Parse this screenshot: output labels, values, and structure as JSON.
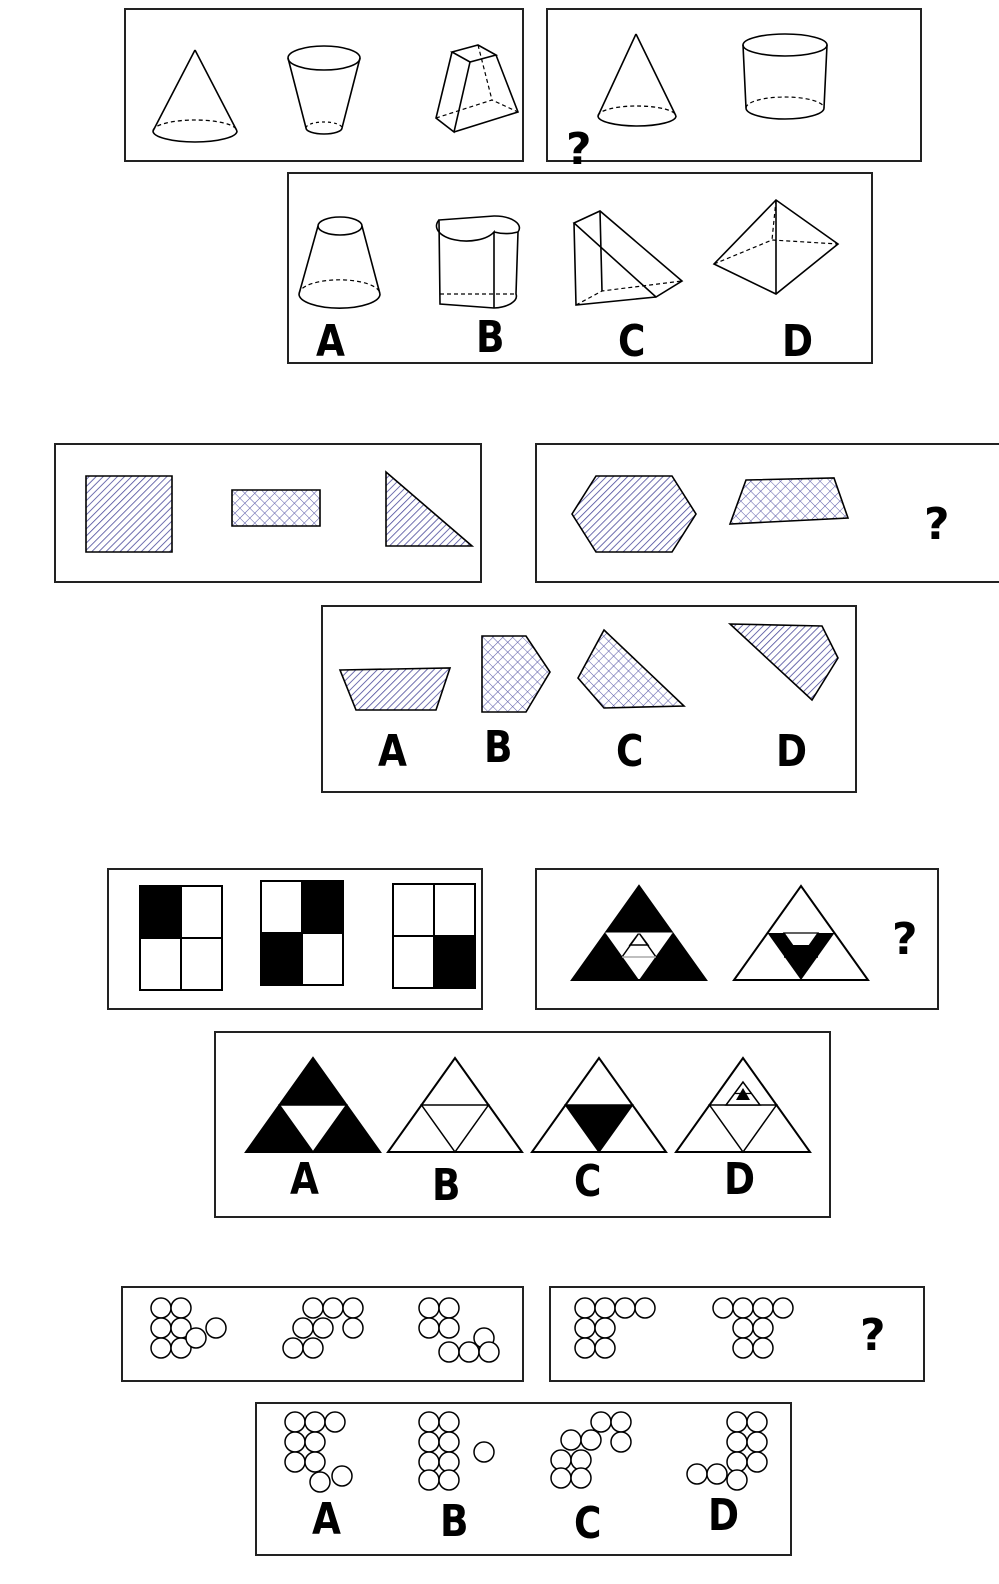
{
  "question_mark": "?",
  "puzzle1": {
    "options": [
      "A",
      "B",
      "C",
      "D"
    ]
  },
  "puzzle2": {
    "options": [
      "A",
      "B",
      "C",
      "D"
    ]
  },
  "puzzle3": {
    "options": [
      "A",
      "B",
      "C",
      "D"
    ]
  },
  "puzzle4": {
    "options": [
      "A",
      "B",
      "C",
      "D"
    ]
  },
  "colors": {
    "ink": "#000000",
    "hatch": "#5b5ba8",
    "background": "#ffffff"
  }
}
